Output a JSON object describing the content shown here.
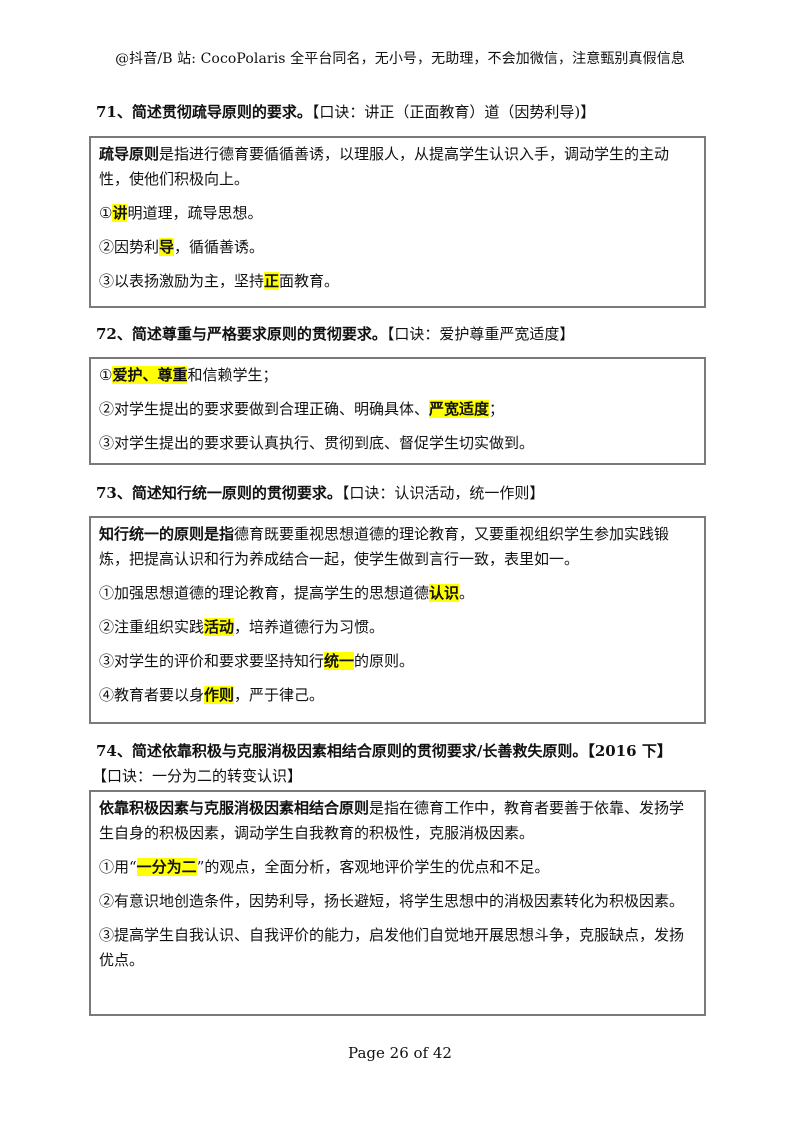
{
  "header": "@抖音/B 站: CocoPolaris 全平台同名，无小号，无助理，不会加微信，注意甄别真假信息",
  "q71": {
    "title": "71、简述贯彻疏导原则的要求。",
    "hint": "【口诀：讲正（正面教育）道（因势利导)】",
    "def_term": "疏导原则",
    "def_rest": "是指进行德育要循循善诱，以理服人，从提高学生认识入手，调动学生的主动性，使他们积极向上。",
    "items": [
      {
        "pre": "①",
        "hl": "讲",
        "post": "明道理，疏导思想。"
      },
      {
        "pre": "②因势利",
        "hl": "导",
        "post": "，循循善诱。"
      },
      {
        "pre": "③以表扬激励为主，坚持",
        "hl": "正",
        "post": "面教育。"
      }
    ]
  },
  "q72": {
    "title": "72、简述尊重与严格要求原则的贯彻要求。",
    "hint": "【口诀：爱护尊重严宽适度】",
    "items": [
      {
        "pre": "①",
        "hl": "爱护、尊重",
        "post": "和信赖学生；"
      },
      {
        "pre": "②对学生提出的要求要做到合理正确、明确具体、",
        "hl": "严宽适度",
        "post": "；"
      },
      {
        "pre": "③对学生提出的要求要认真执行、贯彻到底、督促学生切实做到。",
        "hl": "",
        "post": ""
      }
    ]
  },
  "q73": {
    "title": "73、简述知行统一原则的贯彻要求。",
    "hint": "【口诀：认识活动，统一作则】",
    "def_term": "知行统一的原则是指",
    "def_rest": "德育既要重视思想道德的理论教育，又要重视组织学生参加实践锻炼，把提高认识和行为养成结合一起，使学生做到言行一致，表里如一。",
    "items": [
      {
        "pre": "①加强思想道德的理论教育，提高学生的思想道德",
        "hl": "认识",
        "post": "。"
      },
      {
        "pre": "②注重组织实践",
        "hl": "活动",
        "post": "，培养道德行为习惯。"
      },
      {
        "pre": "③对学生的评价和要求要坚持知行",
        "hl": "统一",
        "post": "的原则。"
      },
      {
        "pre": "④教育者要以身",
        "hl": "作则",
        "post": "，严于律己。"
      }
    ]
  },
  "q74": {
    "title": "74、简述依靠积极与克服消极因素相结合原则的贯彻要求/长善救失原则。【2016 下】",
    "hint": "【口诀：一分为二的转变认识】",
    "def_term": "依靠积极因素与克服消极因素相结合原则",
    "def_rest": "是指在德育工作中，教育者要善于依靠、发扬学生自身的积极因素，调动学生自我教育的积极性，克服消极因素。",
    "items": [
      {
        "pre": "①用“",
        "hl": "一分为二",
        "post": "”的观点，全面分析，客观地评价学生的优点和不足。"
      },
      {
        "pre": "②有意识地创造条件，因势利导，扬长避短，将学生思想中的消极因素转化为积极因素。",
        "hl": "",
        "post": ""
      },
      {
        "pre": "③提高学生自我认识、自我评价的能力，启发他们自觉地开展思想斗争，克服缺点，发扬优点。",
        "hl": "",
        "post": ""
      }
    ]
  },
  "footer": "Page 26 of 42"
}
